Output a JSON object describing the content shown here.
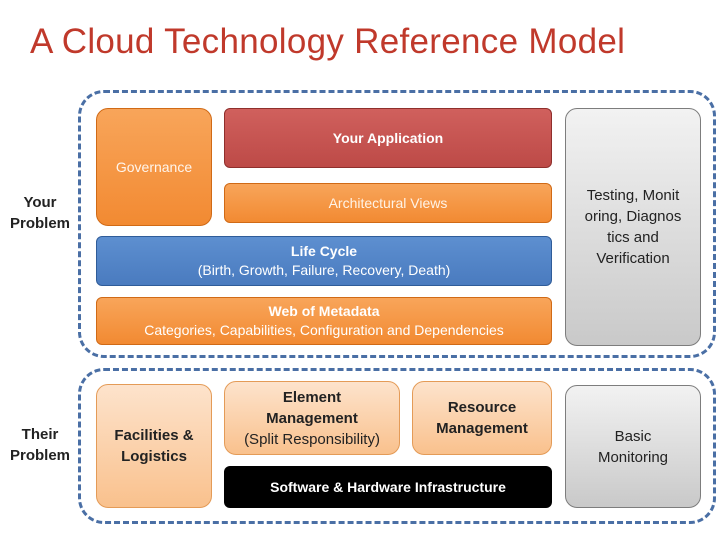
{
  "title": "A Cloud Technology Reference Model",
  "groups": {
    "top_label": "Your Problem",
    "bottom_label": "Their Problem"
  },
  "boxes": {
    "governance": "Governance",
    "your_application": "Your Application",
    "architectural_views": "Architectural Views",
    "life_cycle": {
      "title": "Life Cycle",
      "subtitle": "(Birth, Growth, Failure, Recovery, Death)"
    },
    "web_of_metadata": {
      "title": "Web of Metadata",
      "subtitle": "Categories, Capabilities, Configuration and Dependencies"
    },
    "testing": "Testing, Monit oring, Diagnos tics and Verification",
    "facilities": "Facilities & Logistics",
    "element_management": {
      "title": "Element Management",
      "subtitle": "(Split Responsibility)"
    },
    "resource_management": "Resource Management",
    "infrastructure": "Software & Hardware Infrastructure",
    "basic_monitoring": "Basic Monitoring"
  },
  "colors": {
    "title": "#c0392b",
    "dashed_border": "#4a6fa5",
    "orange": "#f28a32",
    "red": "#bd4a47",
    "blue": "#4a7bbf",
    "gray": "#d9d9d9",
    "black": "#000000"
  }
}
